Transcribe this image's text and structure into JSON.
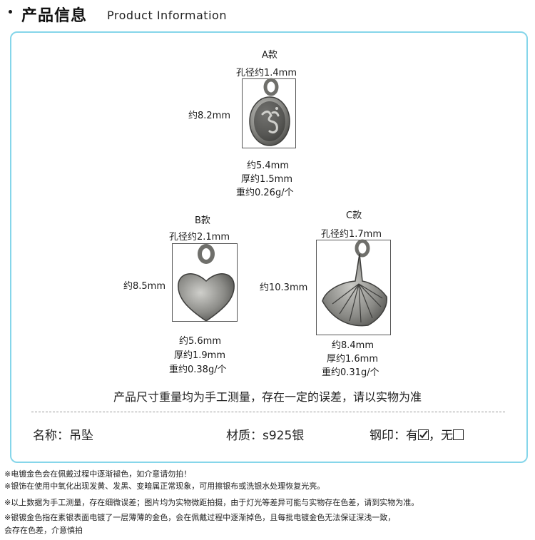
{
  "header": {
    "title_cn": "产品信息",
    "title_en": "Product Information"
  },
  "items": [
    {
      "name": "A款",
      "hole": "孔径约1.4mm",
      "height": "约8.2mm",
      "width": "约5.4mm",
      "thickness": "厚约1.5mm",
      "weight": "重约0.26g/个"
    },
    {
      "name": "B款",
      "hole": "孔径约2.1mm",
      "height": "约8.5mm",
      "width": "约5.6mm",
      "thickness": "厚约1.9mm",
      "weight": "重约0.38g/个"
    },
    {
      "name": "C款",
      "hole": "孔径约1.7mm",
      "height": "约10.3mm",
      "width": "约8.4mm",
      "thickness": "厚约1.6mm",
      "weight": "重约0.31g/个"
    }
  ],
  "summary": "产品尺寸重量均为手工测量，存在一定的误差，请以实物为准",
  "properties": {
    "name": "名称：吊坠",
    "material": "材质：s925银",
    "stamp_label": "钢印：有",
    "stamp_none": "，无"
  },
  "notes": [
    "※电镀金色会在佩戴过程中逐渐褪色，如介意请勿拍！",
    "※银饰在使用中氧化出现发黄、发黑、变暗属正常现象，可用擦银布或洗银水处理恢复光亮。",
    "※以上数据为手工测量，存在细微误差；图片均为实物微距拍摄，由于灯光等差异可能与实物存在色差，请到实物为准。",
    "※银镀金色指在素银表面电镀了一层薄薄的金色，会在佩戴过程中逐渐掉色，且每批电镀金色无法保证深浅一致，",
    "会存在色差，介意慎拍"
  ],
  "colors": {
    "panel_border": "#86d6ea",
    "metal": "#8a8a86"
  }
}
